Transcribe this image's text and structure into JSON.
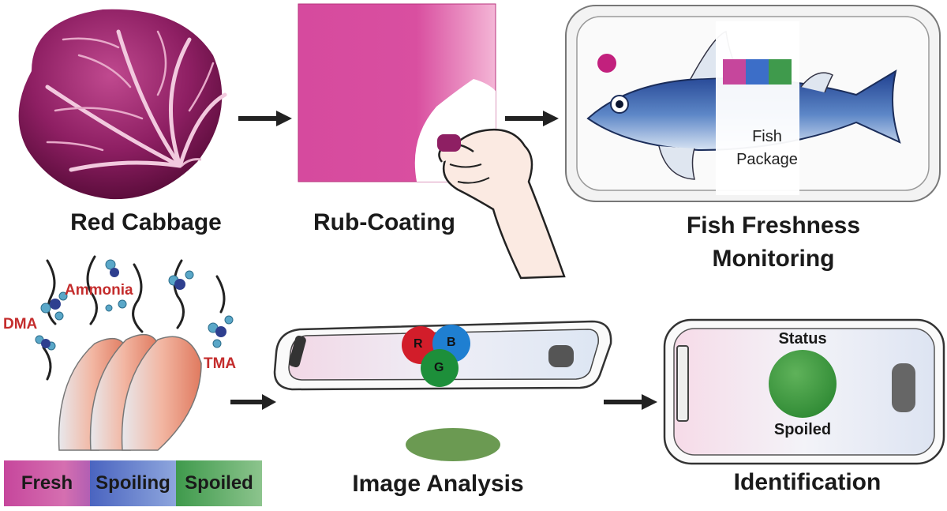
{
  "steps": {
    "red_cabbage": "Red Cabbage",
    "rub_coating": "Rub-Coating",
    "fish_freshness_line1": "Fish Freshness",
    "fish_freshness_line2": "Monitoring",
    "image_analysis": "Image Analysis",
    "identification": "Identification"
  },
  "package": {
    "line1": "Fish",
    "line2": "Package"
  },
  "gases": {
    "ammonia": "Ammonia",
    "dma": "DMA",
    "tma": "TMA"
  },
  "rgb": {
    "r": "R",
    "g": "G",
    "b": "B"
  },
  "status_device": {
    "status_label": "Status",
    "status_value": "Spoiled"
  },
  "color_scale": {
    "fresh": "Fresh",
    "spoiling": "Spoiling",
    "spoiled": "Spoiled"
  },
  "colors": {
    "fresh": "#c6469c",
    "spoiling": "#3c6ec8",
    "spoiled": "#3f9a4c",
    "cabbage": "#8e1f63",
    "film": "#d94fa0"
  }
}
